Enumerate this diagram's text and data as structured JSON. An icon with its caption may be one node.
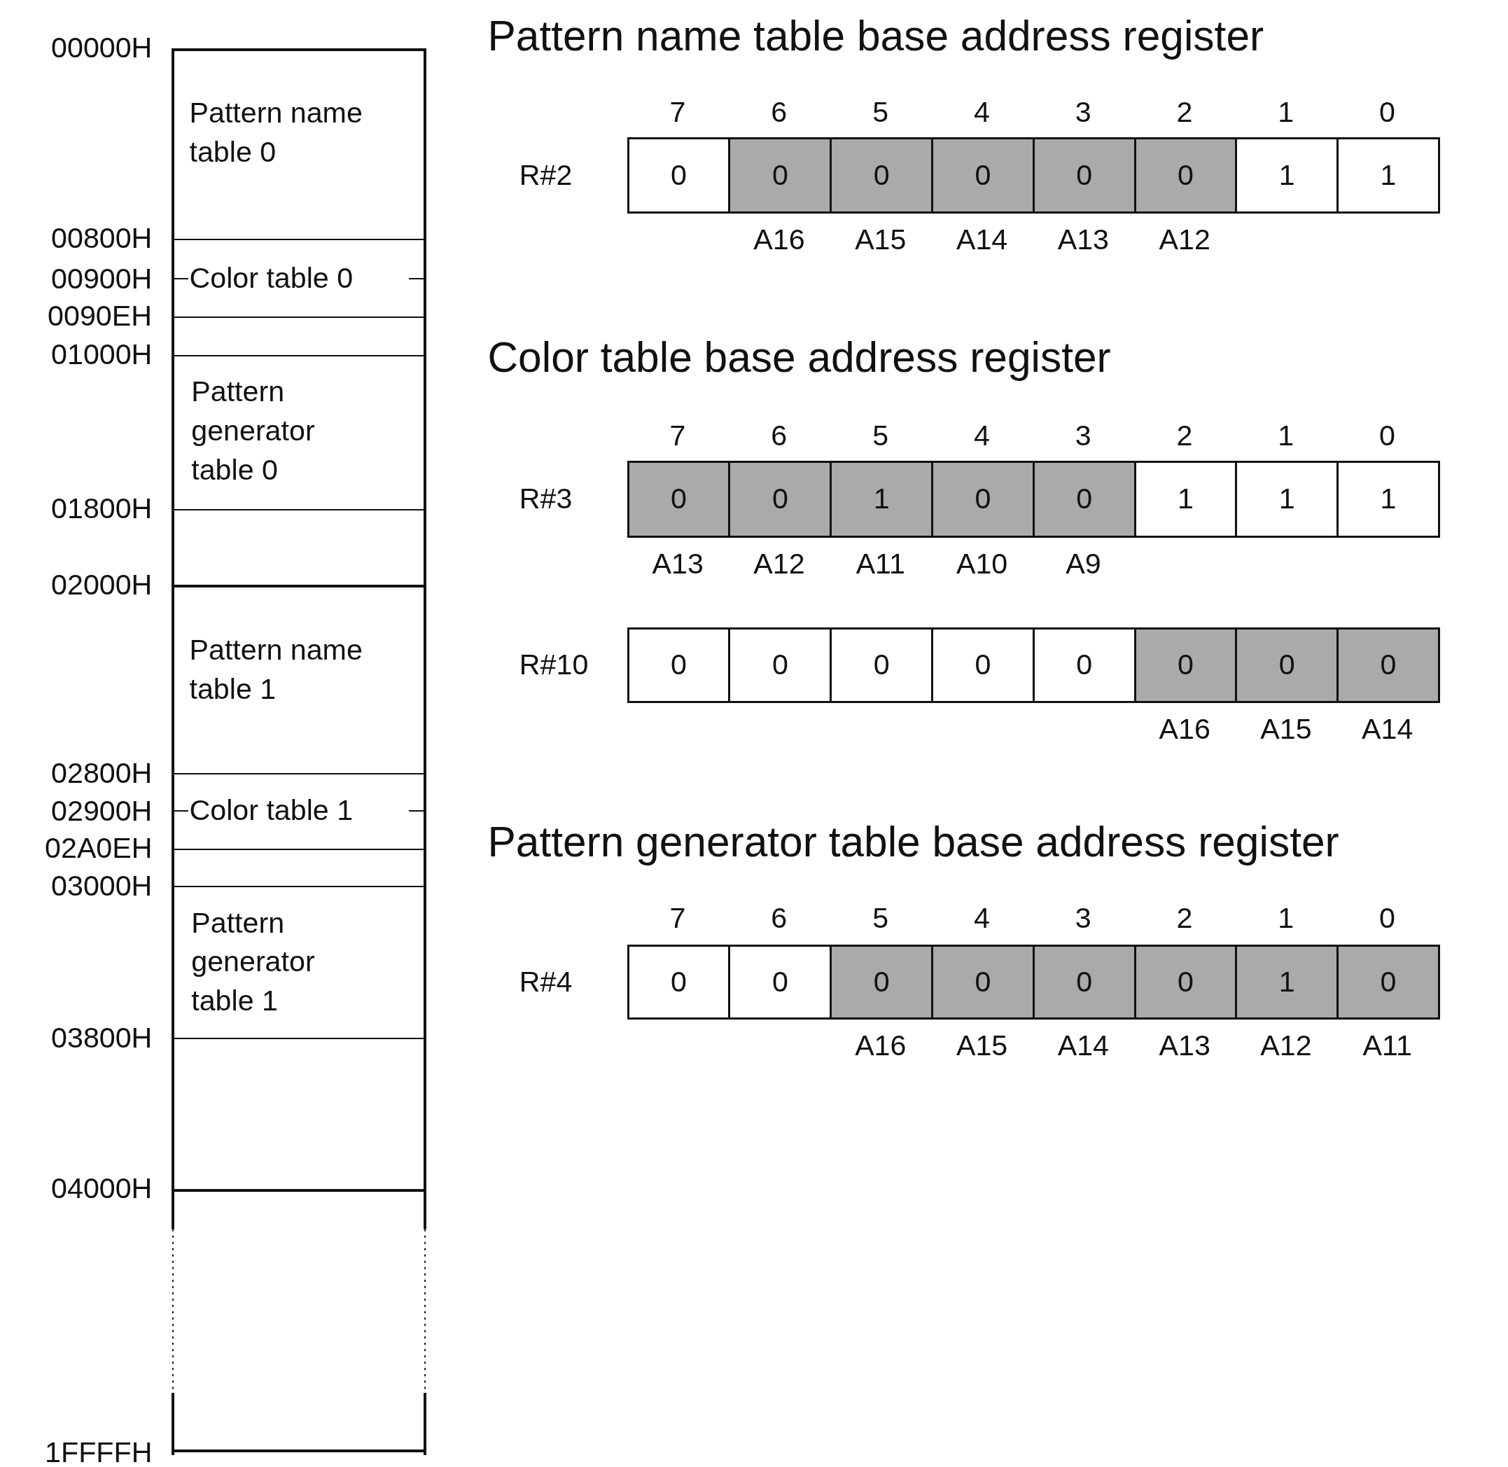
{
  "diagram": {
    "nodes": [
      {
        "text": [
          "Pattern name table 0"
        ]
      },
      {
        "text": [
          "Color table 0"
        ]
      },
      {
        "text": [],
        "shape": "box"
      },
      {
        "text": [
          "Pattern generator table 0"
        ]
      },
      {
        "text": [],
        "shape": "box"
      },
      {
        "text": [
          "Pattern name table 1"
        ]
      },
      {
        "text": [
          "Color table 1"
        ]
      },
      {
        "text": [],
        "shape": "box"
      },
      {
        "text": [
          "Pattern generator table 1"
        ]
      },
      {
        "text": [],
        "shape": "box"
      },
      {
        "text": [],
        "shape": "box"
      }
    ],
    "labels": [
      "00000H",
      "00800H",
      "00900H",
      "0090EH",
      "01000H",
      "01800H",
      "02000H",
      "02800H",
      "02900H",
      "02A0EH",
      "03000H",
      "03800H",
      "04000H",
      "1FFFFH",
      "Pattern name table base address register",
      "7",
      "6",
      "5",
      "4",
      "3",
      "2",
      "1",
      "0",
      "R#2",
      "0",
      "0",
      "0",
      "0",
      "0",
      "0",
      "1",
      "1",
      "A16",
      "A15",
      "A14",
      "A13",
      "A12",
      "Color table base address register",
      "7",
      "6",
      "5",
      "4",
      "3",
      "2",
      "1",
      "0",
      "R#3",
      "0",
      "0",
      "1",
      "0",
      "0",
      "1",
      "1",
      "1",
      "A13",
      "A12",
      "A11",
      "A10",
      "A9",
      "R#10",
      "0",
      "0",
      "0",
      "0",
      "0",
      "0",
      "0",
      "0",
      "A16",
      "A15",
      "A14",
      "Pattern generator table base address register",
      "7",
      "6",
      "5",
      "4",
      "3",
      "2",
      "1",
      "0",
      "R#4",
      "0",
      "0",
      "0",
      "0",
      "0",
      "0",
      "1",
      "0",
      "A16",
      "A15",
      "A14",
      "A13",
      "A12",
      "A11"
    ]
  }
}
